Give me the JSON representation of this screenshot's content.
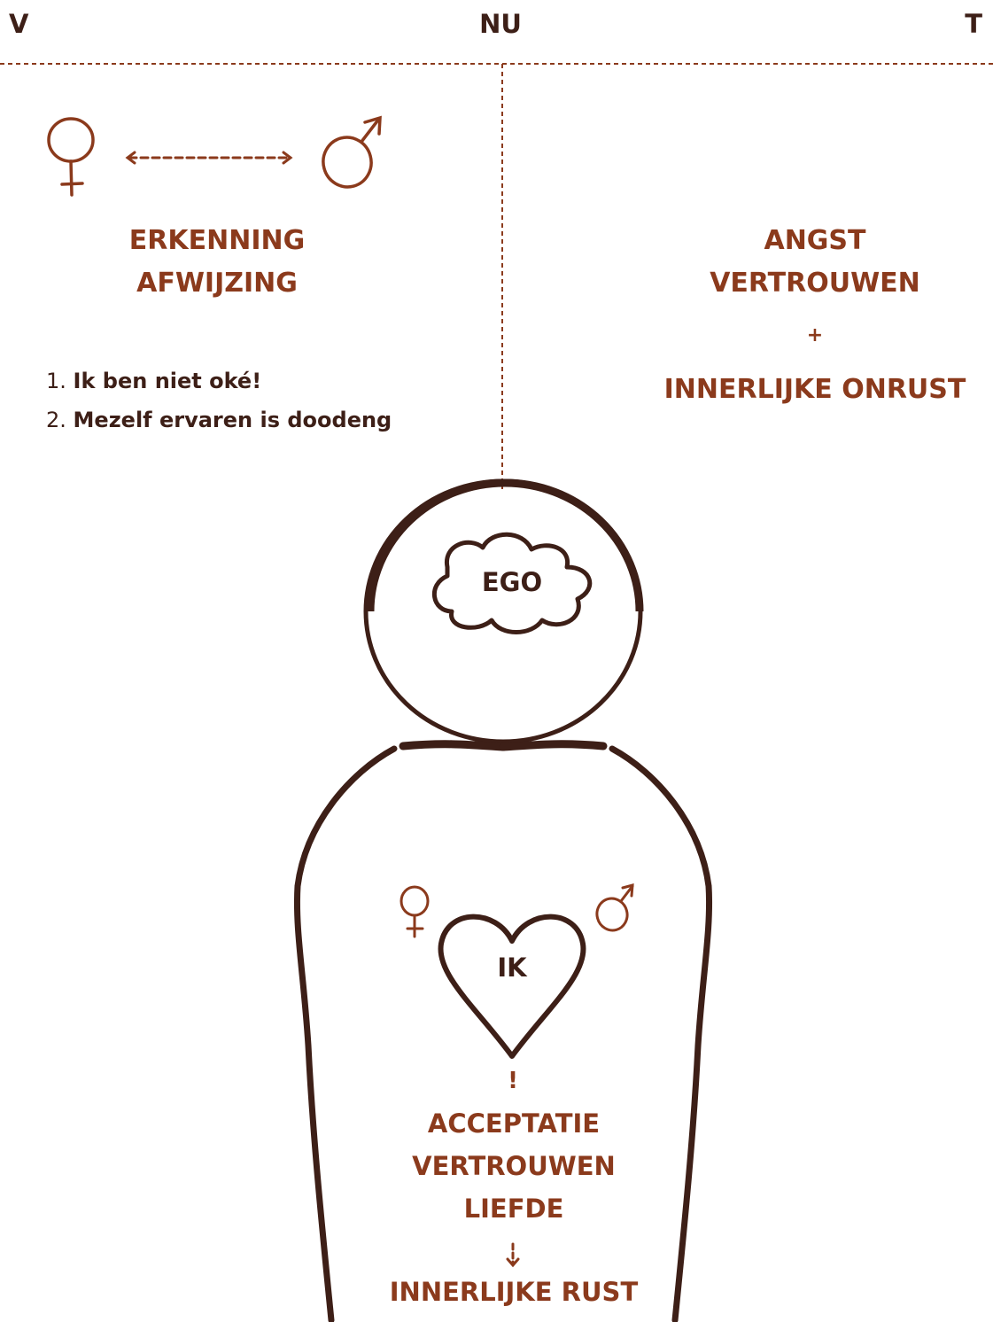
{
  "header": {
    "left": "V",
    "center": "NU",
    "right": "T"
  },
  "left_panel": {
    "title_lines": [
      "ERKENNING",
      "AFWIJZING"
    ],
    "list": [
      {
        "num": "1.",
        "text": "Ik ben niet oké!"
      },
      {
        "num": "2.",
        "text": "Mezelf ervaren is doodeng"
      }
    ]
  },
  "right_panel": {
    "title_lines": [
      "ANGST",
      "VERTROUWEN"
    ],
    "plus": "+",
    "bottom": "INNERLIJKE ONRUST"
  },
  "figure": {
    "head_label": "EGO",
    "heart_label": "IK",
    "exclaim": "!",
    "values": [
      "ACCEPTATIE",
      "VERTROUWEN",
      "LIEFDE"
    ],
    "result": "INNERLIJKE RUST"
  },
  "colors": {
    "accent": "#8b3a1c",
    "ink": "#3d1f17",
    "background": "#ffffff"
  },
  "icons": [
    "female-symbol-icon",
    "male-symbol-icon",
    "double-arrow-icon",
    "cloud-icon",
    "heart-icon",
    "down-arrow-icon"
  ]
}
